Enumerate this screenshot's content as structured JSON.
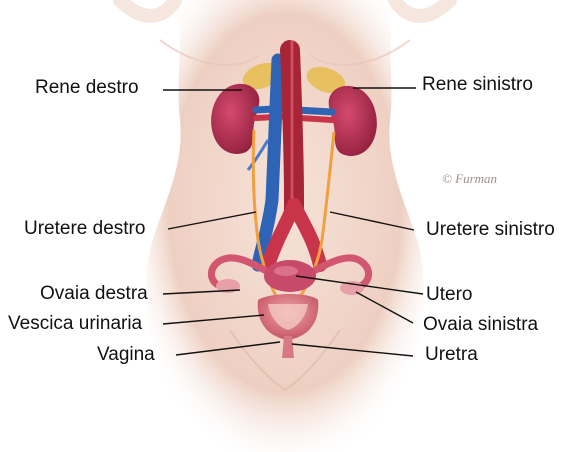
{
  "labels": {
    "rene_destro": "Rene destro",
    "rene_sinistro": "Rene sinistro",
    "uretere_destro": "Uretere destro",
    "uretere_sinistro": "Uretere sinistro",
    "ovaia_destra": "Ovaia destra",
    "utero": "Utero",
    "vescica_urinaria": "Vescica urinaria",
    "ovaia_sinistra": "Ovaia sinistra",
    "vagina": "Vagina",
    "uretra": "Uretra"
  },
  "signature": "© Furman",
  "colors": {
    "skin": "#f1d5c8",
    "kidney": "#b3264b",
    "artery": "#c8344a",
    "vein": "#2f63b5",
    "ureter": "#f0a040",
    "adrenal": "#e8c060",
    "uterus": "#c84a6a",
    "bladder": "#d86a7a",
    "leader_line": "#111111"
  }
}
